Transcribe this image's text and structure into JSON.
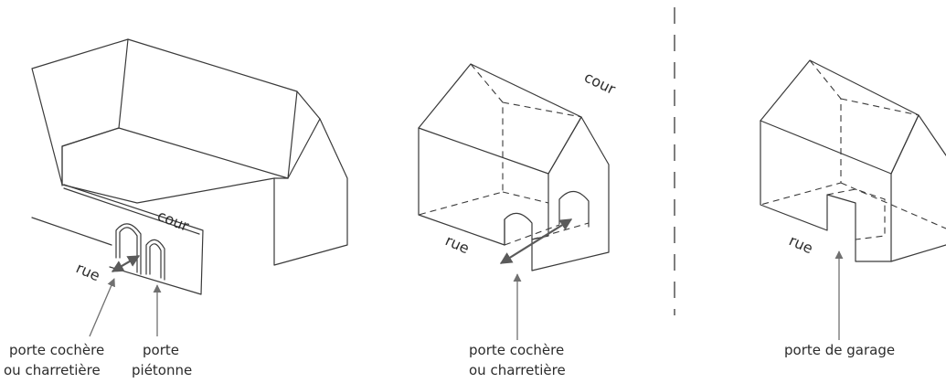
{
  "figure_1": {
    "label_street": "rue",
    "label_yard": "cour",
    "caption_left_line1": "porte cochère",
    "caption_left_line2": "ou charretière",
    "caption_right_line1": "porte",
    "caption_right_line2": "piétonne"
  },
  "figure_2": {
    "label_street": "rue",
    "label_yard": "cour",
    "caption_line1": "porte cochère",
    "caption_line2": "ou charretière"
  },
  "figure_3": {
    "label_street": "rue",
    "caption_line1": "porte de garage"
  },
  "colors": {
    "stroke": "#3a3a3a",
    "arrow": "#707070",
    "text": "#2b2b2b",
    "background": "#ffffff"
  }
}
